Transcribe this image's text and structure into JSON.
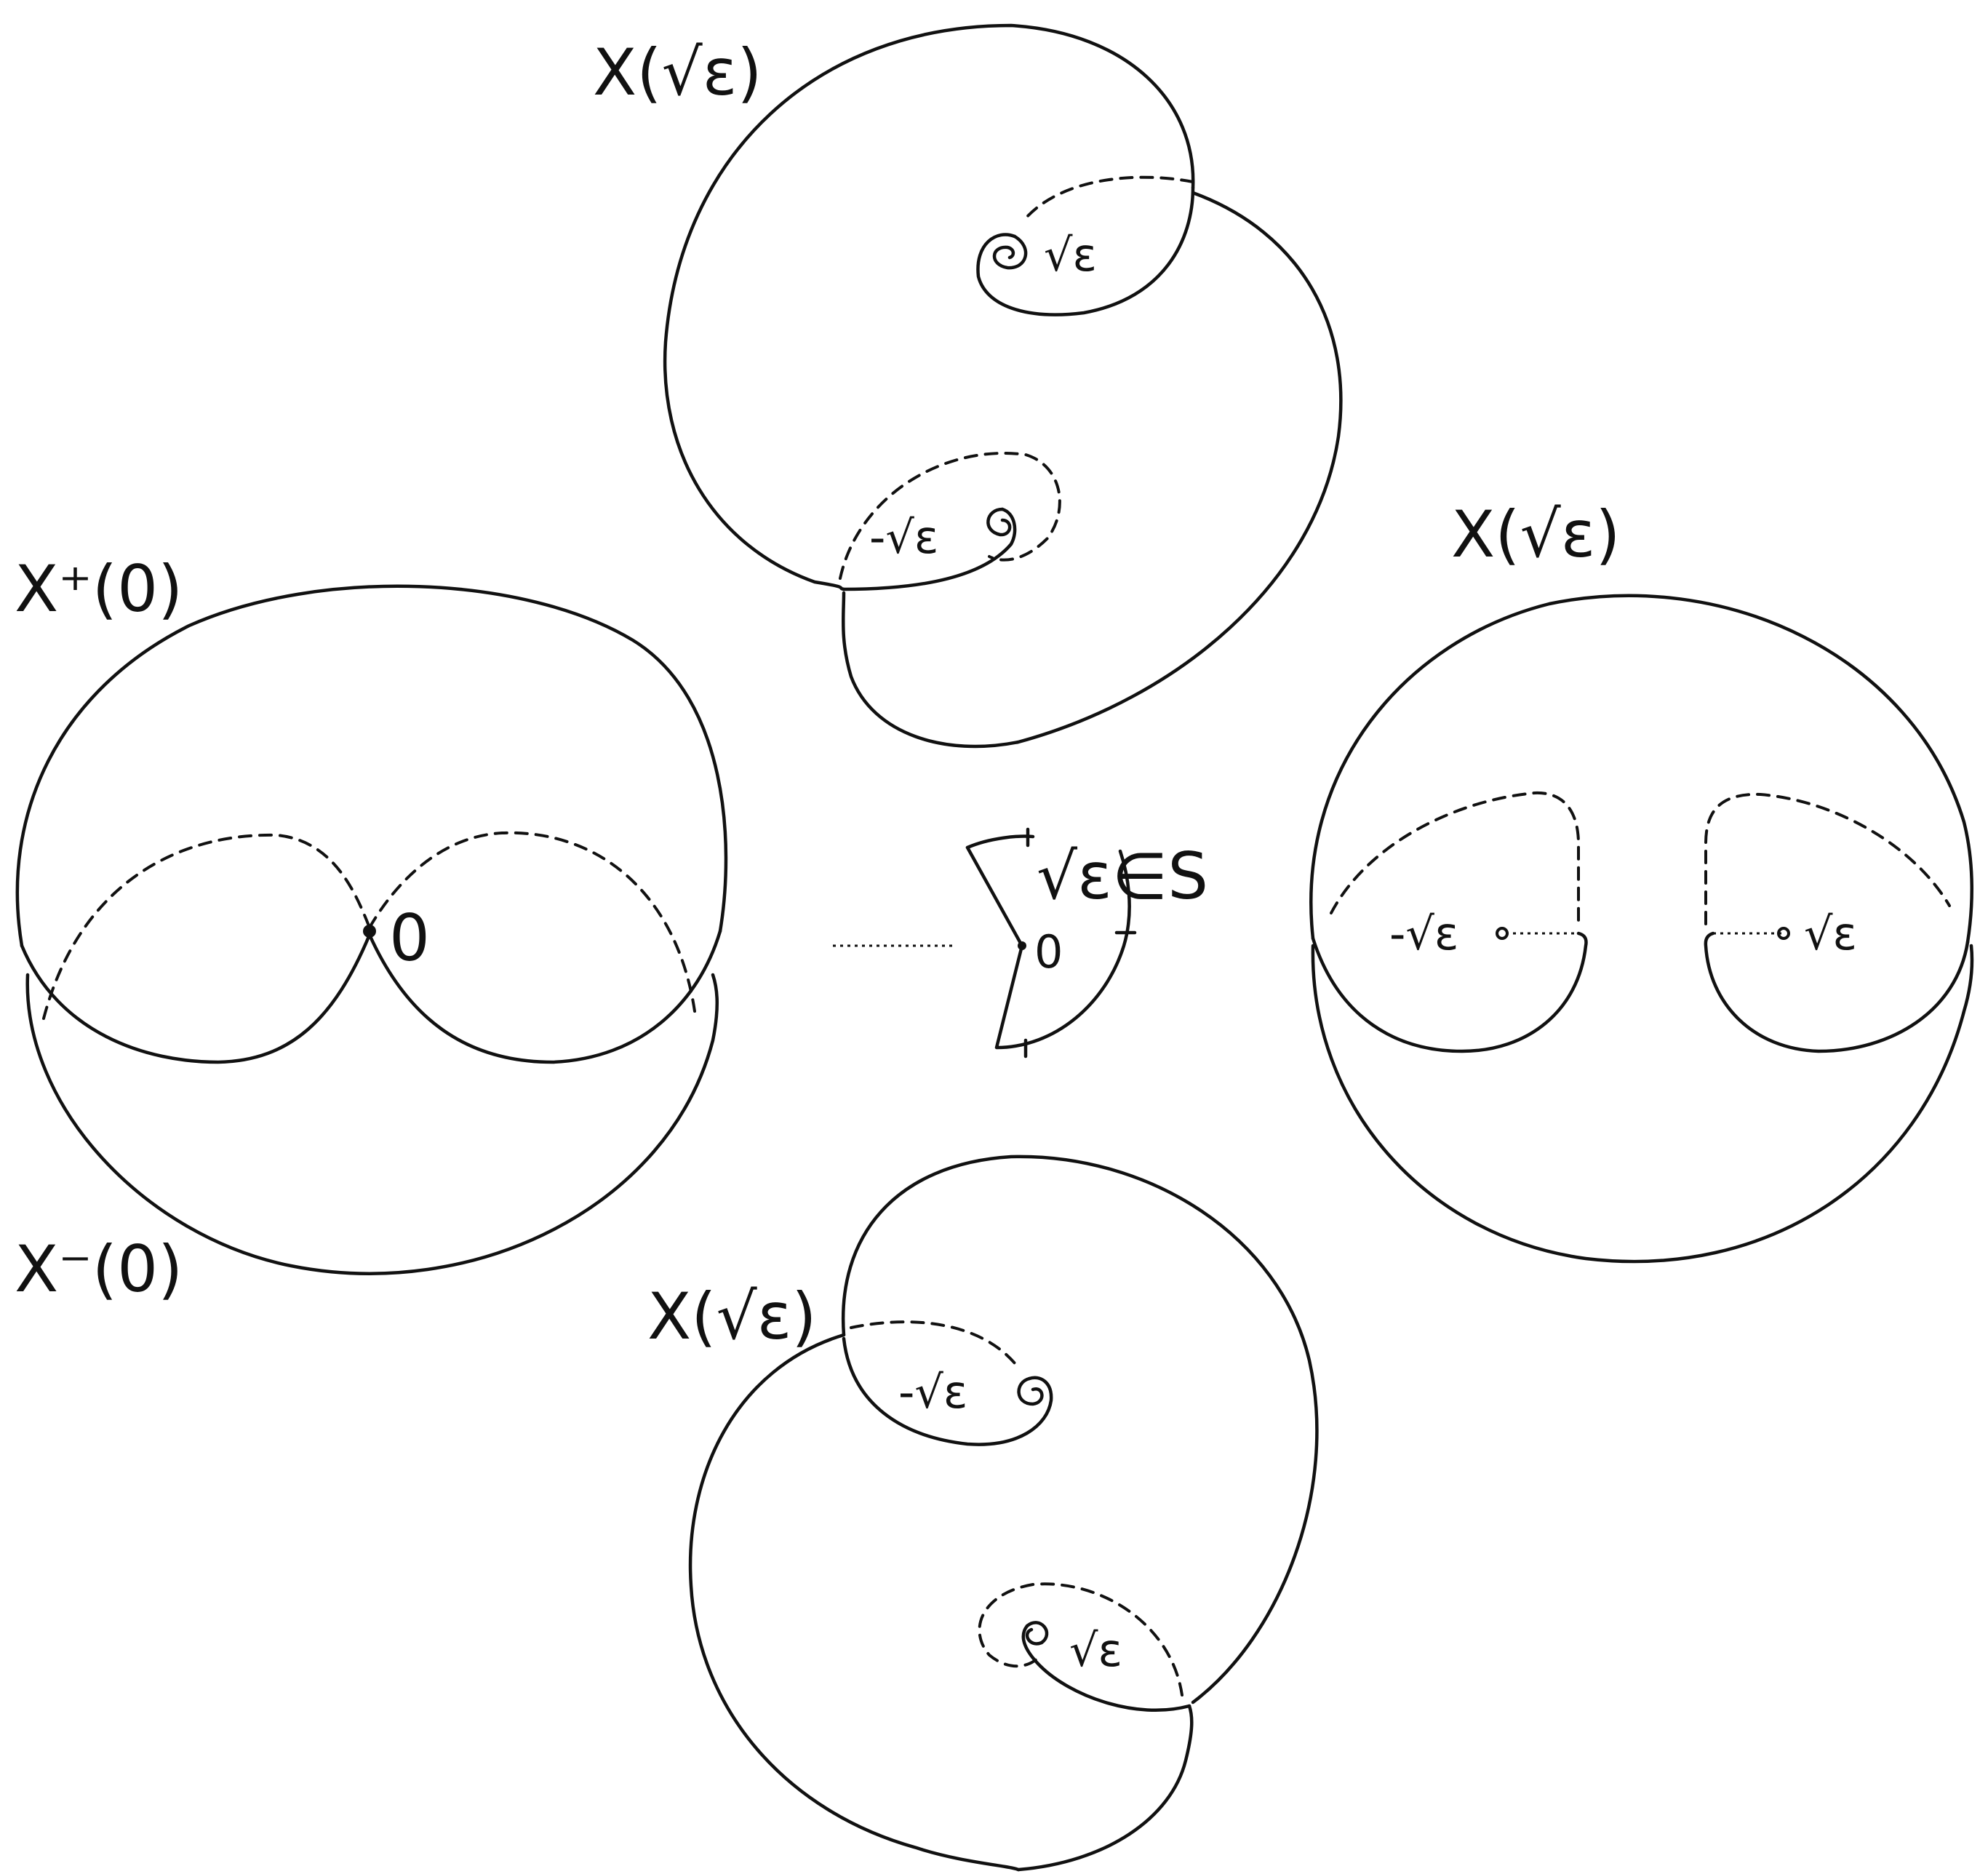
{
  "labels": {
    "top_title": "X(√ε)",
    "top_sqrt": "√ε",
    "top_neg": "-√ε",
    "left_plus": "X⁺(0)",
    "left_minus": "X⁻(0)",
    "left_origin": "0",
    "center_param": "√ε∈S",
    "center_origin": "0",
    "right_title": "X(√ε)",
    "right_neg": "-√ε",
    "right_pos": "√ε",
    "bottom_title": "X(√ε)",
    "bottom_neg": "-√ε",
    "bottom_sqrt": "√ε"
  }
}
